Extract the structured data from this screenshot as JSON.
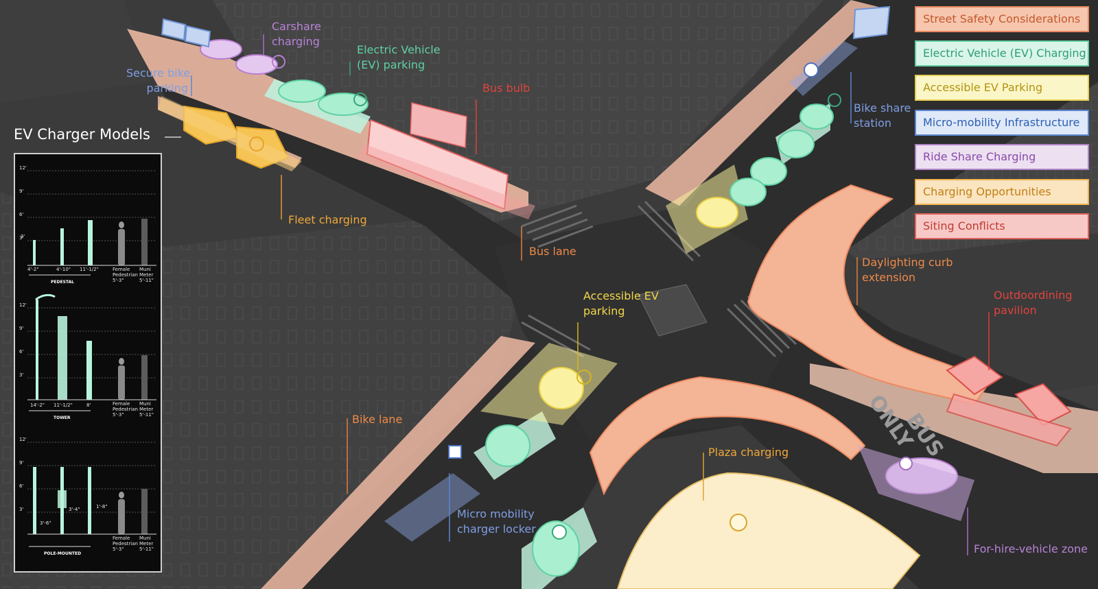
{
  "labels": {
    "carshare_charging": "Carshare\ncharging",
    "secure_bike_parking": "Secure bike\nparking",
    "ev_parking": "Electric Vehicle\n(EV) parking",
    "bus_bulb": "Bus bulb",
    "fleet_charging": "Fleet charging",
    "bus_lane": "Bus lane",
    "accessible_ev_parking": "Accessible EV\nparking",
    "bike_share_station": "Bike share\nstation",
    "daylighting": "Daylighting curb\nextension",
    "outdoor_dining": "Outdoordining\npavilion",
    "bike_lane": "Bike lane",
    "plaza_charging": "Plaza charging",
    "micro_mobility_locker": "Micro mobility\ncharger locker",
    "fhv_zone": "For-hire-vehicle zone",
    "road_marking_only": "ONLY",
    "road_marking_bus": "BUS"
  },
  "legend": [
    {
      "label": "Street Safety Considerations",
      "bg": "#f6c6ae",
      "border": "#e88860",
      "text": "#c4582c"
    },
    {
      "label": "Electric Vehicle (EV) Charging",
      "bg": "#d9f5ea",
      "border": "#62cfa2",
      "text": "#2f9e74"
    },
    {
      "label": "Accessible EV Parking",
      "bg": "#fbf6c8",
      "border": "#e6cf52",
      "text": "#b19410"
    },
    {
      "label": "Micro-mobility Infrastructure",
      "bg": "#dfe9f8",
      "border": "#5c86d2",
      "text": "#2d5fb4"
    },
    {
      "label": "Ride Share Charging",
      "bg": "#ece0f1",
      "border": "#b083c6",
      "text": "#8a4aa8"
    },
    {
      "label": "Charging Opportunities",
      "bg": "#fbe4c0",
      "border": "#efb150",
      "text": "#c07f14"
    },
    {
      "label": "Siting Conflicts",
      "bg": "#f7c9c6",
      "border": "#e2605a",
      "text": "#c03a34"
    }
  ],
  "colors": {
    "safety": "#f1a98a",
    "ev": "#8fe6c2",
    "accessible": "#f4e47a",
    "micromobility": "#8fa9e6",
    "rideshare": "#d4b6e6",
    "charging_opportunity": "#f7cf7f",
    "conflict": "#f4a0a0",
    "sidewalk": "#e7bba6",
    "asphalt": "#2f2f2f"
  },
  "panel": {
    "title": "EV Charger Models",
    "feet_ticks": [
      "12'",
      "9'",
      "6'",
      "3'"
    ],
    "sections": [
      {
        "name": "PEDESTAL",
        "dims": [
          "4'-2\"",
          "4'-10\"",
          "11'-1/2\""
        ],
        "extra_dims": [
          "3'"
        ]
      },
      {
        "name": "TOWER",
        "dims": [
          "14'-2\"",
          "11'-1/2\"",
          "8'"
        ],
        "extra_dims": []
      },
      {
        "name": "POLE-MOUNTED",
        "dims": [],
        "extra_dims": [
          "3'-6\"",
          "3'-4\"",
          "1'-8\""
        ]
      }
    ],
    "ped_label": "Female\nPedestrian\n5'-3\"",
    "meter_label": "Muni\nMeter\n5'-11\""
  }
}
